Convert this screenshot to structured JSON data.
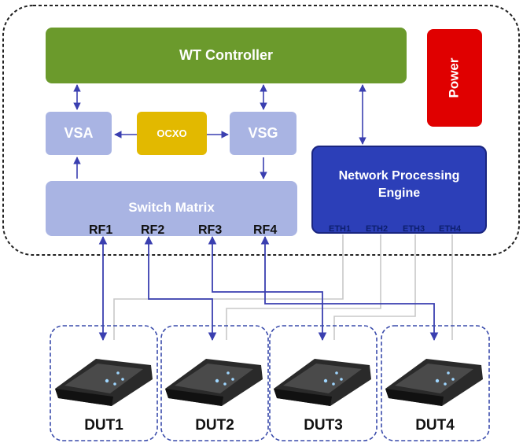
{
  "controller": {
    "label": "WT Controller"
  },
  "power": {
    "label": "Power"
  },
  "vsa": {
    "label": "VSA"
  },
  "ocxo": {
    "label": "OCXO"
  },
  "vsg": {
    "label": "VSG"
  },
  "switch_matrix": {
    "label": "Switch Matrix"
  },
  "npe": {
    "line1": "Network Processing",
    "line2": "Engine"
  },
  "rf_ports": [
    "RF1",
    "RF2",
    "RF3",
    "RF4"
  ],
  "eth_ports": [
    "ETH1",
    "ETH2",
    "ETH3",
    "ETH4"
  ],
  "duts": [
    "DUT1",
    "DUT2",
    "DUT3",
    "DUT4"
  ],
  "colors": {
    "controller": "#6b9a2c",
    "power": "#e00000",
    "module": "#a9b4e3",
    "ocxo": "#e2b900",
    "npe": "#2c3fb8",
    "arrow": "#3a3fb0",
    "cable": "#c8c8c8"
  }
}
